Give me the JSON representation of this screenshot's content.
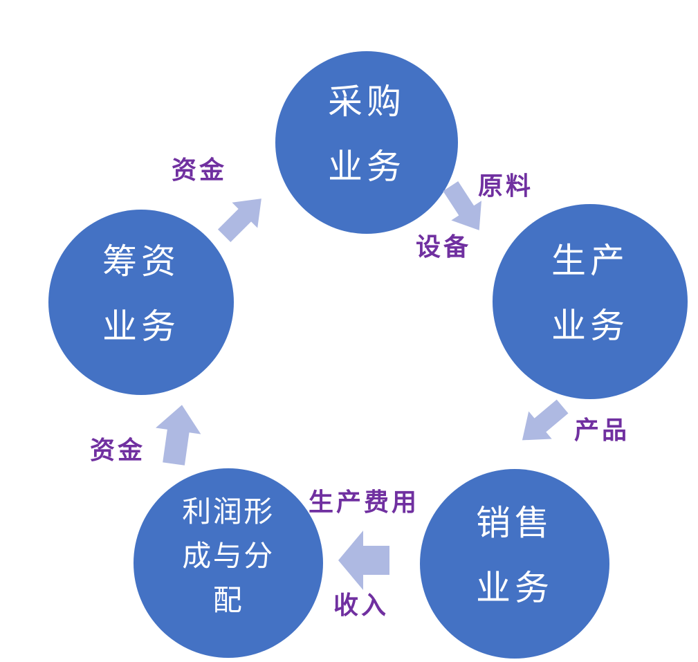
{
  "diagram": {
    "type": "cycle-flow",
    "colors": {
      "node_fill": "#4472c4",
      "node_text": "#ffffff",
      "arrow_fill": "#aeb9e2",
      "flow_label_text": "#7030a0",
      "background": "#ffffff"
    },
    "nodes": [
      {
        "id": "procurement",
        "label": "采购\n业务"
      },
      {
        "id": "production",
        "label": "生产\n业务"
      },
      {
        "id": "sales",
        "label": "销售\n业务"
      },
      {
        "id": "profit-distribution",
        "label": "利润形\n成与分\n配"
      },
      {
        "id": "financing",
        "label": "筹资\n业务"
      }
    ],
    "flows": [
      {
        "from": "financing",
        "to": "procurement",
        "labels": [
          "资金"
        ]
      },
      {
        "from": "procurement",
        "to": "production",
        "labels": [
          "原料",
          "设备"
        ]
      },
      {
        "from": "production",
        "to": "sales",
        "labels": [
          "产品"
        ]
      },
      {
        "from": "sales",
        "to": "profit-distribution",
        "labels": [
          "生产费用",
          "收入"
        ]
      },
      {
        "from": "profit-distribution",
        "to": "financing",
        "labels": [
          "资金"
        ]
      }
    ]
  }
}
